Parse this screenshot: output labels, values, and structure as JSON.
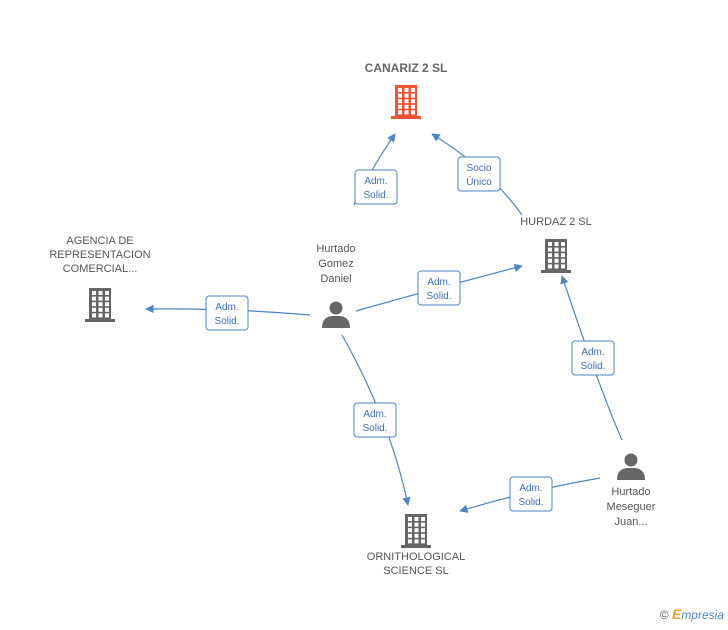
{
  "nodes": [
    {
      "id": "canariz",
      "type": "company",
      "lines": [
        "CANARIZ 2 SL"
      ],
      "main": true,
      "color": "#ee5533"
    },
    {
      "id": "hurdaz",
      "type": "company",
      "lines": [
        "HURDAZ 2 SL"
      ],
      "color": "#666666"
    },
    {
      "id": "agencia",
      "type": "company",
      "lines": [
        "AGENCIA DE",
        "REPRESENTACION",
        "COMERCIAL..."
      ],
      "color": "#666666"
    },
    {
      "id": "ornithological",
      "type": "company",
      "lines": [
        "ORNITHOLOGICAL",
        "SCIENCE SL"
      ],
      "color": "#666666"
    },
    {
      "id": "hurtado_gomez",
      "type": "person",
      "lines": [
        "Hurtado",
        "Gomez",
        "Daniel"
      ],
      "color": "#666666"
    },
    {
      "id": "hurtado_meseguer",
      "type": "person",
      "lines": [
        "Hurtado",
        "Meseguer",
        "Juan..."
      ],
      "color": "#666666"
    }
  ],
  "edges": [
    {
      "from": "hurtado_gomez",
      "to": "canariz",
      "label": [
        "Adm.",
        "Solid."
      ]
    },
    {
      "from": "hurdaz",
      "to": "canariz",
      "label": [
        "Socio",
        "Único"
      ]
    },
    {
      "from": "hurtado_gomez",
      "to": "hurdaz",
      "label": [
        "Adm.",
        "Solid."
      ]
    },
    {
      "from": "hurtado_gomez",
      "to": "agencia",
      "label": [
        "Adm.",
        "Solid."
      ]
    },
    {
      "from": "hurtado_gomez",
      "to": "ornithological",
      "label": [
        "Adm.",
        "Solid."
      ]
    },
    {
      "from": "hurtado_meseguer",
      "to": "hurdaz",
      "label": [
        "Adm.",
        "Solid."
      ]
    },
    {
      "from": "hurtado_meseguer",
      "to": "ornithological",
      "label": [
        "Adm.",
        "Solid."
      ]
    }
  ],
  "footer": {
    "copyright": "©",
    "brand_initial": "E",
    "brand_rest": "mpresia"
  },
  "colors": {
    "edge": "#4a86c8",
    "main_company": "#ee5533",
    "company": "#666666"
  }
}
